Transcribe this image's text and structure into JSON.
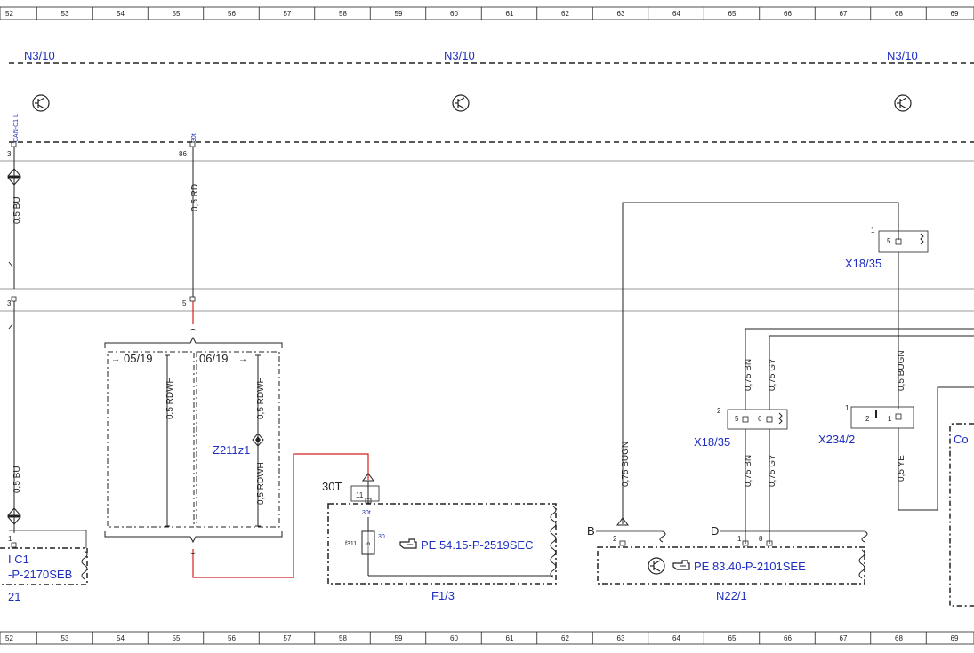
{
  "ruler": {
    "top": [
      "52",
      "53",
      "54",
      "55",
      "56",
      "57",
      "58",
      "59",
      "60",
      "61",
      "62",
      "63",
      "64",
      "65",
      "66",
      "67",
      "68",
      "69"
    ],
    "bottom": [
      "52",
      "53",
      "54",
      "55",
      "56",
      "57",
      "58",
      "59",
      "60",
      "61",
      "62",
      "63",
      "64",
      "65",
      "66",
      "67",
      "68",
      "69"
    ]
  },
  "modules": {
    "n3_left": "N3/10",
    "n3_center": "N3/10",
    "n3_right": "N3/10"
  },
  "labels": {
    "can_c1_l": "CAN-C1 L",
    "pin3_top": "3",
    "pin3_mid": "3",
    "pin86": "86",
    "label_30t_top": "30t",
    "pin5_rd": "5",
    "wire_05bu_top": "0,5 BU",
    "wire_05bu_bottom": "0,5 BU",
    "wire_05rd": "0,5 RD",
    "ref_0519": "05/19",
    "ref_0619": "06/19",
    "wire_05rdwh_a": "0,5 RDWH",
    "wire_05rdwh_b": "0,5 RDWH",
    "wire_05rdwh_c": "0,5 RDWH",
    "z211": "Z211z1",
    "label_30T": "30T",
    "pin11": "11",
    "label_30t_fuse": "30t",
    "fuse_f311": "f311",
    "fuse_5": "5",
    "fuse_30": "30",
    "pe_f13": "PE 54.15-P-2519SEC",
    "f13": "F1/3",
    "left_c1": "I C1",
    "left_pe": "-P-2170SEB",
    "left_21": "21",
    "pin1_left": "1",
    "wire_075bugn": "0,75 BUGN",
    "label_B": "B",
    "pin2_n22": "2",
    "label_D": "D",
    "pin1_n22": "1",
    "pin8_n22": "8",
    "pe_n22": "PE 83.40-P-2101SEE",
    "n22": "N22/1",
    "x18_upper": "X18/35",
    "x18_upper_pin1": "1",
    "x18_upper_pin5": "5",
    "x18_lower": "X18/35",
    "x18_lower_pin2": "2",
    "x18_lower_pin5": "5",
    "x18_lower_pin6": "6",
    "wire_075bn_a": "0,75 BN",
    "wire_075gy_a": "0,75 GY",
    "wire_075bn_b": "0,75 BN",
    "wire_075gy_b": "0,75 GY",
    "wire_05bugn": "0,5 BUGN",
    "x234": "X234/2",
    "x234_pin1": "1",
    "x234_pin2": "2",
    "x234_pin1b": "1",
    "wire_05ye": "0,5 YE",
    "right_co": "Co"
  },
  "colors": {
    "blue": "#1f2fbf",
    "red": "#d42020",
    "line": "#1a1a1a",
    "gray": "#888888"
  },
  "icons": [
    "transistor-icon",
    "hand-pointer-icon",
    "fuse-icon",
    "connector-arrow-icon",
    "diode-diamond-icon"
  ]
}
